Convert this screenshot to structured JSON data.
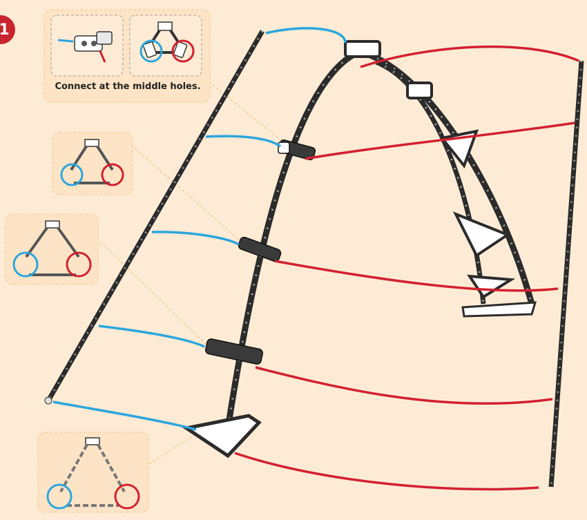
{
  "step": {
    "number": "1"
  },
  "instruction": {
    "caption": "Connect at the middle holes."
  },
  "colors": {
    "background": "#fdebd5",
    "connector_blue": "#2ba6de",
    "connector_red": "#d3202f",
    "callout_border": "#f3c48a",
    "step_badge": "#c8242d"
  },
  "icons": [
    "connector-detail-icon",
    "triangle-frame-icon",
    "blue-circle-marker",
    "red-circle-marker"
  ]
}
